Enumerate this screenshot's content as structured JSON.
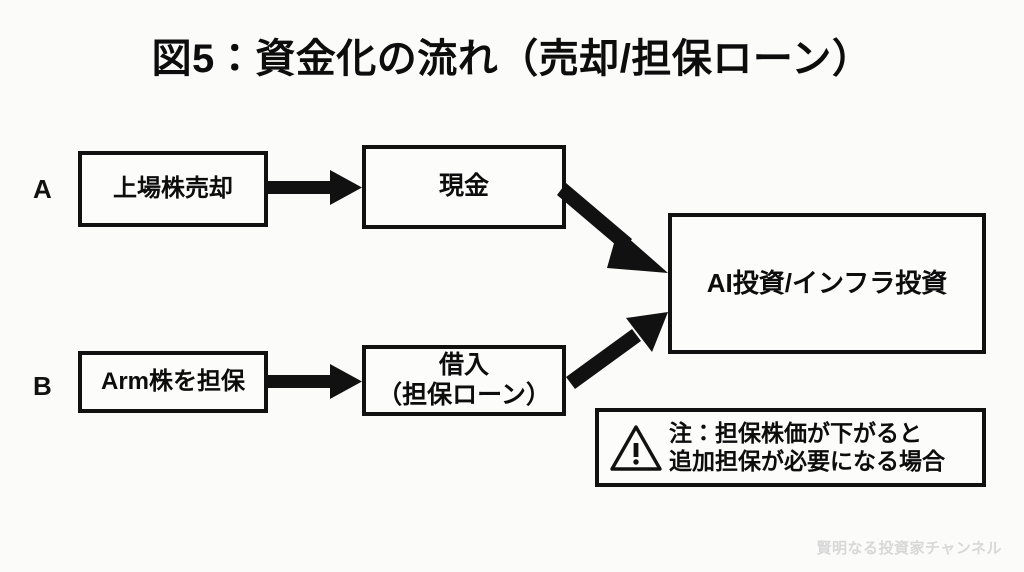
{
  "slide": {
    "title": "図5：資金化の流れ（売却/担保ローン）",
    "background_color": "#fbfbfa",
    "ink_color": "#111111",
    "watermark": "賢明なる投資家チャンネル"
  },
  "rows": {
    "a_label": "A",
    "b_label": "B"
  },
  "boxes": {
    "sell_listed_shares": "上場株売却",
    "cash": "現金",
    "arm_collateral": "Arm株を担保",
    "borrow_line1": "借入",
    "borrow_line2": "（担保ローン）",
    "investment": "AI投資/インフラ投資"
  },
  "note": {
    "icon": "warning-triangle-icon",
    "line1": "注：担保株価が下がると",
    "line2": "追加担保が必要になる場合"
  },
  "arrows": [
    {
      "name": "arrow-sell-to-cash",
      "from": "上場株売却",
      "to": "現金",
      "direction": "right"
    },
    {
      "name": "arrow-cash-to-investment",
      "from": "現金",
      "to": "AI投資/インフラ投資",
      "direction": "down-right"
    },
    {
      "name": "arrow-collateral-to-borrow",
      "from": "Arm株を担保",
      "to": "借入（担保ローン）",
      "direction": "right"
    },
    {
      "name": "arrow-borrow-to-investment",
      "from": "借入（担保ローン）",
      "to": "AI投資/インフラ投資",
      "direction": "up-right"
    }
  ]
}
